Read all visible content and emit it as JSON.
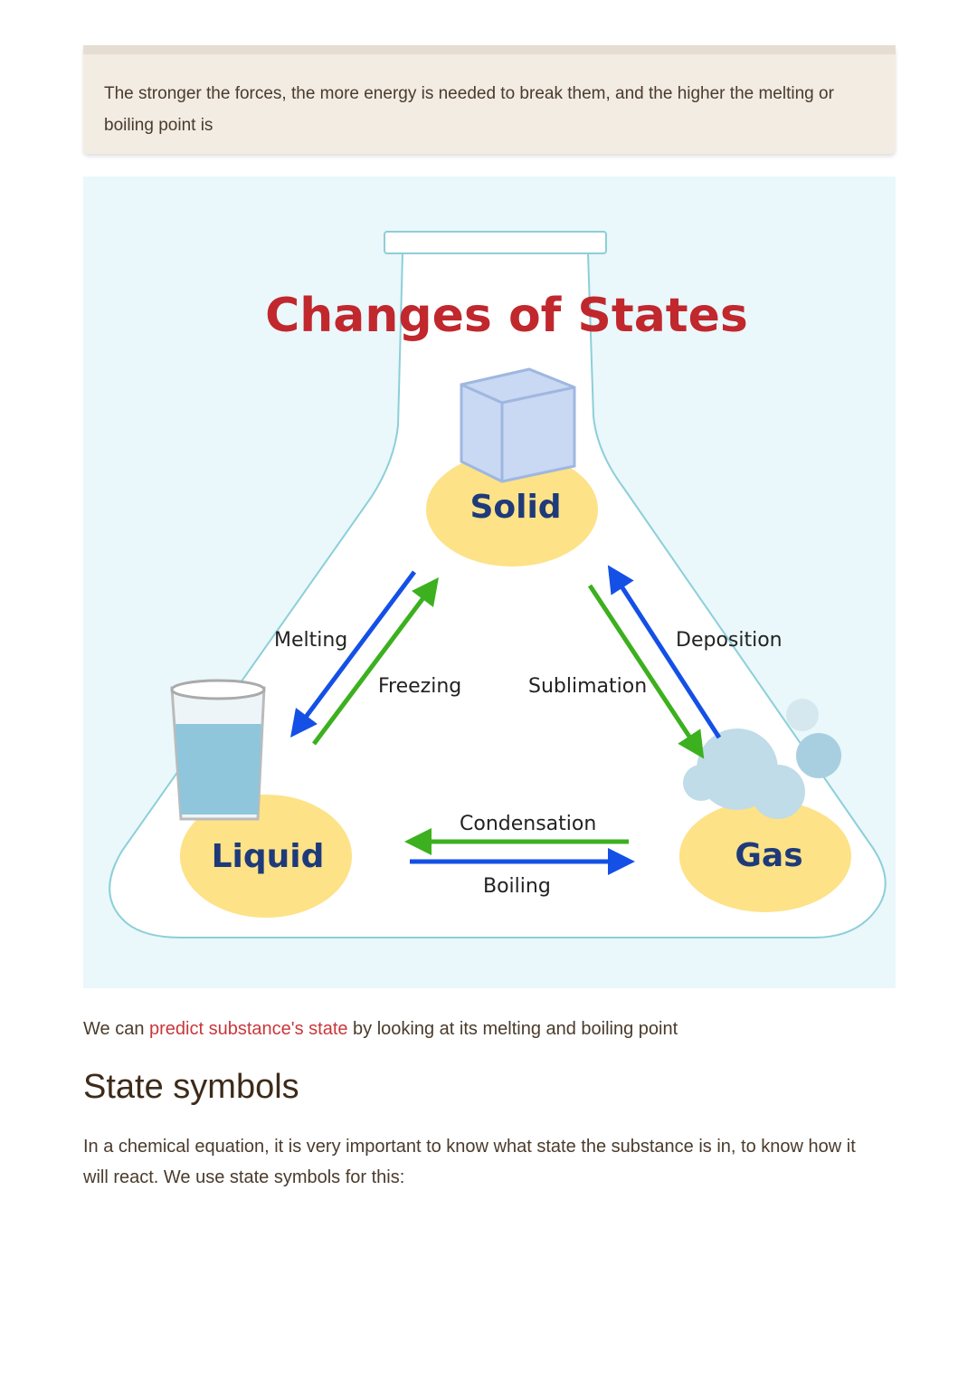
{
  "callout": {
    "text": "The stronger the forces, the more energy is needed to break them, and the higher the melting or boiling point is"
  },
  "diagram": {
    "title": "Changes of States",
    "states": {
      "solid": "Solid",
      "liquid": "Liquid",
      "gas": "Gas"
    },
    "transitions": {
      "melting": "Melting",
      "freezing": "Freezing",
      "sublimation": "Sublimation",
      "deposition": "Deposition",
      "condensation": "Condensation",
      "boiling": "Boiling"
    },
    "colors": {
      "title": "#c0282d",
      "state_label": "#1f3a7a",
      "blob": "#fde287",
      "blue_arrow": "#1450e6",
      "green_arrow": "#3cb01e"
    }
  },
  "para1": {
    "before": "We can ",
    "highlight": "predict substance's state",
    "after": " by looking at its melting and boiling point"
  },
  "heading": "State symbols",
  "para2": "In a chemical equation, it is very important to know what state the substance is in, to know how it will react. We use state symbols for this:"
}
